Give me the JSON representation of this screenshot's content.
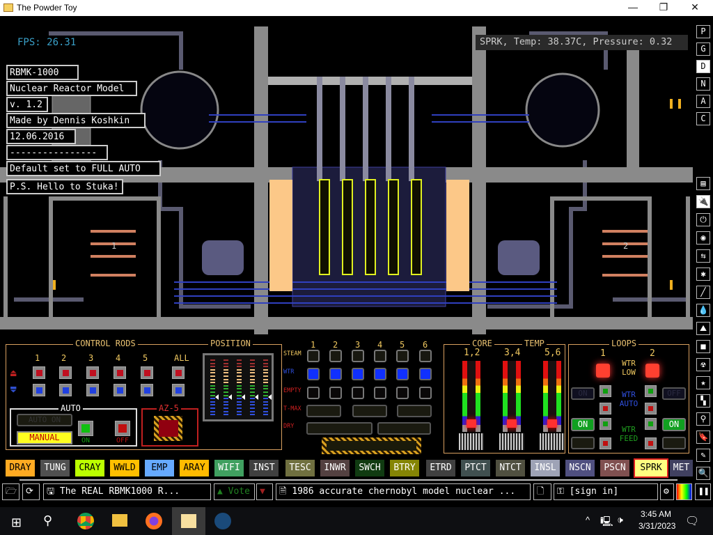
{
  "window": {
    "title": "The Powder Toy",
    "minimize": "—",
    "maximize": "❐",
    "close": "✕"
  },
  "hud": {
    "fps": "FPS: 26.31",
    "sample": "SPRK, Temp: 38.37C, Pressure: 0.32"
  },
  "info_lines": [
    "RBMK-1000",
    "Nuclear Reactor Model",
    "v. 1.2",
    "Made by Dennis Koshkin",
    "12.06.2016",
    "----------------",
    "Default set to FULL AUTO",
    "P.S. Hello to Stuka!"
  ],
  "sim": {
    "loop1": "1",
    "loop2": "2"
  },
  "panel": {
    "control_rods": "CONTROL RODS",
    "position": "POSITION",
    "rod_cols": [
      "1",
      "2",
      "3",
      "4",
      "5",
      "ALL"
    ],
    "auto": "AUTO",
    "auto_on": "AUTO ON",
    "manual": "MANUAL",
    "on": "ON",
    "off": "OFF",
    "az5": "AZ-5",
    "channel_cols": [
      "1",
      "2",
      "3",
      "4",
      "5",
      "6"
    ],
    "rows": [
      "STEAM",
      "WTR",
      "EMPTY",
      "T-MAX",
      "DRY"
    ],
    "core": "CORE",
    "temp": "TEMP",
    "core_cols": [
      "1,2",
      "3,4",
      "5,6"
    ],
    "loops": "LOOPS",
    "loop_cols": [
      "1",
      "2"
    ],
    "wtr_low": [
      "WTR",
      "LOW"
    ],
    "wtr_auto": [
      "WTR",
      "AUTO"
    ],
    "wtr_feed": [
      "WTR",
      "FEED"
    ],
    "btn_on": "ON",
    "btn_off": "OFF"
  },
  "elements": [
    {
      "name": "DRAY",
      "color": "#ffaa22",
      "fg": "#000"
    },
    {
      "name": "TUNG",
      "color": "#505050",
      "fg": "#fff"
    },
    {
      "name": "CRAY",
      "color": "#bbff00",
      "fg": "#000"
    },
    {
      "name": "WWLD",
      "color": "#ffc000",
      "fg": "#000"
    },
    {
      "name": "EMP",
      "color": "#66aaff",
      "fg": "#000"
    },
    {
      "name": "ARAY",
      "color": "#ffbb00",
      "fg": "#000"
    },
    {
      "name": "WIFI",
      "color": "#40a060",
      "fg": "#fff"
    },
    {
      "name": "INST",
      "color": "#404040",
      "fg": "#fff"
    },
    {
      "name": "TESC",
      "color": "#707040",
      "fg": "#fff"
    },
    {
      "name": "INWR",
      "color": "#544141",
      "fg": "#fff"
    },
    {
      "name": "SWCH",
      "color": "#103b11",
      "fg": "#fff"
    },
    {
      "name": "BTRY",
      "color": "#858505",
      "fg": "#fff"
    },
    {
      "name": "ETRD",
      "color": "#404040",
      "fg": "#fff"
    },
    {
      "name": "PTCT",
      "color": "#405050",
      "fg": "#fff"
    },
    {
      "name": "NTCT",
      "color": "#505040",
      "fg": "#fff"
    },
    {
      "name": "INSL",
      "color": "#9ea3b6",
      "fg": "#fff"
    },
    {
      "name": "NSCN",
      "color": "#505080",
      "fg": "#fff"
    },
    {
      "name": "PSCN",
      "color": "#805050",
      "fg": "#fff"
    },
    {
      "name": "SPRK",
      "color": "#ffff80",
      "fg": "#000"
    },
    {
      "name": "MET",
      "color": "#404060",
      "fg": "#fff"
    }
  ],
  "bottom": {
    "save_name": "The REAL RBMK1000 R...",
    "vote": "Vote",
    "description": "1986 accurate chernobyl model nuclear ...",
    "sign_in": "[sign in]"
  },
  "sidebar": {
    "letters": [
      "P",
      "G",
      "D",
      "N",
      "A",
      "C"
    ],
    "selected": "D"
  },
  "taskbar": {
    "time": "3:45 AM",
    "date": "3/31/2023"
  }
}
